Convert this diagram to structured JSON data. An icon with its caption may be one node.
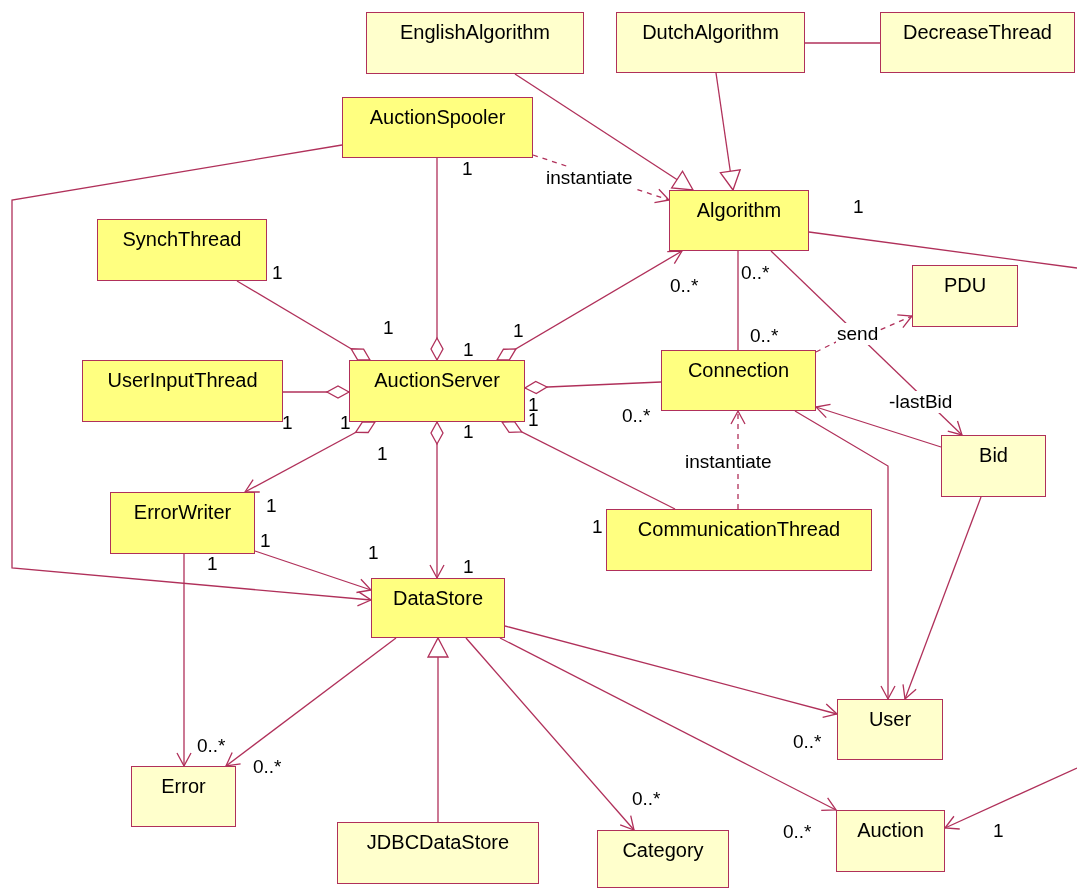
{
  "diagram": {
    "nodes": [
      {
        "text": [
          "EnglishAlgorithm"
        ]
      },
      {
        "text": [
          "DutchAlgorithm"
        ]
      },
      {
        "text": [
          "DecreaseThread"
        ]
      },
      {
        "text": [
          "AuctionSpooler"
        ]
      },
      {
        "text": [
          "Algorithm"
        ]
      },
      {
        "text": [
          "SynchThread"
        ]
      },
      {
        "text": [
          "PDU"
        ]
      },
      {
        "text": [
          "UserInputThread"
        ]
      },
      {
        "text": [
          "AuctionServer"
        ]
      },
      {
        "text": [
          "Connection"
        ]
      },
      {
        "text": [
          "Bid"
        ]
      },
      {
        "text": [
          "ErrorWriter"
        ]
      },
      {
        "text": [
          "CommunicationThread"
        ]
      },
      {
        "text": [
          "DataStore"
        ]
      },
      {
        "text": [
          "User"
        ]
      },
      {
        "text": [
          "Error"
        ]
      },
      {
        "text": [
          "JDBCDataStore"
        ]
      },
      {
        "text": [
          "Category"
        ]
      },
      {
        "text": [
          "Auction"
        ]
      }
    ],
    "edges": [
      {
        "from": 0,
        "to": 4,
        "arrow": "to"
      },
      {
        "from": 1,
        "to": 4,
        "arrow": "to"
      },
      {
        "from": 1,
        "to": 2,
        "arrow": "none"
      },
      {
        "from": 3,
        "to": 4,
        "arrow": "to",
        "style": "dashed",
        "label": "instantiate"
      },
      {
        "from": 3,
        "to": 8,
        "arrow": "other"
      },
      {
        "from": 3,
        "to": 13,
        "arrow": "to"
      },
      {
        "from": 5,
        "to": 8,
        "arrow": "other"
      },
      {
        "from": 7,
        "to": 8,
        "arrow": "other"
      },
      {
        "from": 8,
        "to": 4,
        "arrow": "to"
      },
      {
        "from": 9,
        "to": 8,
        "arrow": "other"
      },
      {
        "from": 8,
        "to": 11,
        "arrow": "to"
      },
      {
        "from": 8,
        "to": 13,
        "arrow": "to"
      },
      {
        "from": 12,
        "to": 8,
        "arrow": "other"
      },
      {
        "from": 4,
        "to": 9,
        "arrow": "none"
      },
      {
        "from": 4,
        "to": 10,
        "arrow": "to",
        "label": "-lastBid"
      },
      {
        "from": 4,
        "to": null,
        "arrow": "none"
      },
      {
        "from": null,
        "to": 18,
        "arrow": "to"
      },
      {
        "from": 9,
        "to": 6,
        "arrow": "to",
        "style": "dashed",
        "label": "send"
      },
      {
        "from": 12,
        "to": 9,
        "arrow": "to",
        "style": "dashed",
        "label": "instantiate"
      },
      {
        "from": 10,
        "to": 9,
        "arrow": "to"
      },
      {
        "from": 9,
        "to": 14,
        "arrow": "to"
      },
      {
        "from": 10,
        "to": 14,
        "arrow": "to"
      },
      {
        "from": 11,
        "to": 13,
        "arrow": "to"
      },
      {
        "from": 11,
        "to": 15,
        "arrow": "to"
      },
      {
        "from": 13,
        "to": 15,
        "arrow": "to"
      },
      {
        "from": 16,
        "to": 13,
        "arrow": "to"
      },
      {
        "from": 13,
        "to": 17,
        "arrow": "to"
      },
      {
        "from": 13,
        "to": 14,
        "arrow": "to"
      },
      {
        "from": 13,
        "to": 18,
        "arrow": "to"
      }
    ],
    "labels": [
      "1",
      "1",
      "1",
      "0..*",
      "0..*",
      "1",
      "1",
      "1",
      "0..*",
      "1",
      "1",
      "1",
      "1",
      "1",
      "0..*",
      "1",
      "1",
      "1",
      "1",
      "1",
      "1",
      "1",
      "0..*",
      "0..*",
      "0..*",
      "0..*",
      "0..*",
      "1"
    ]
  }
}
